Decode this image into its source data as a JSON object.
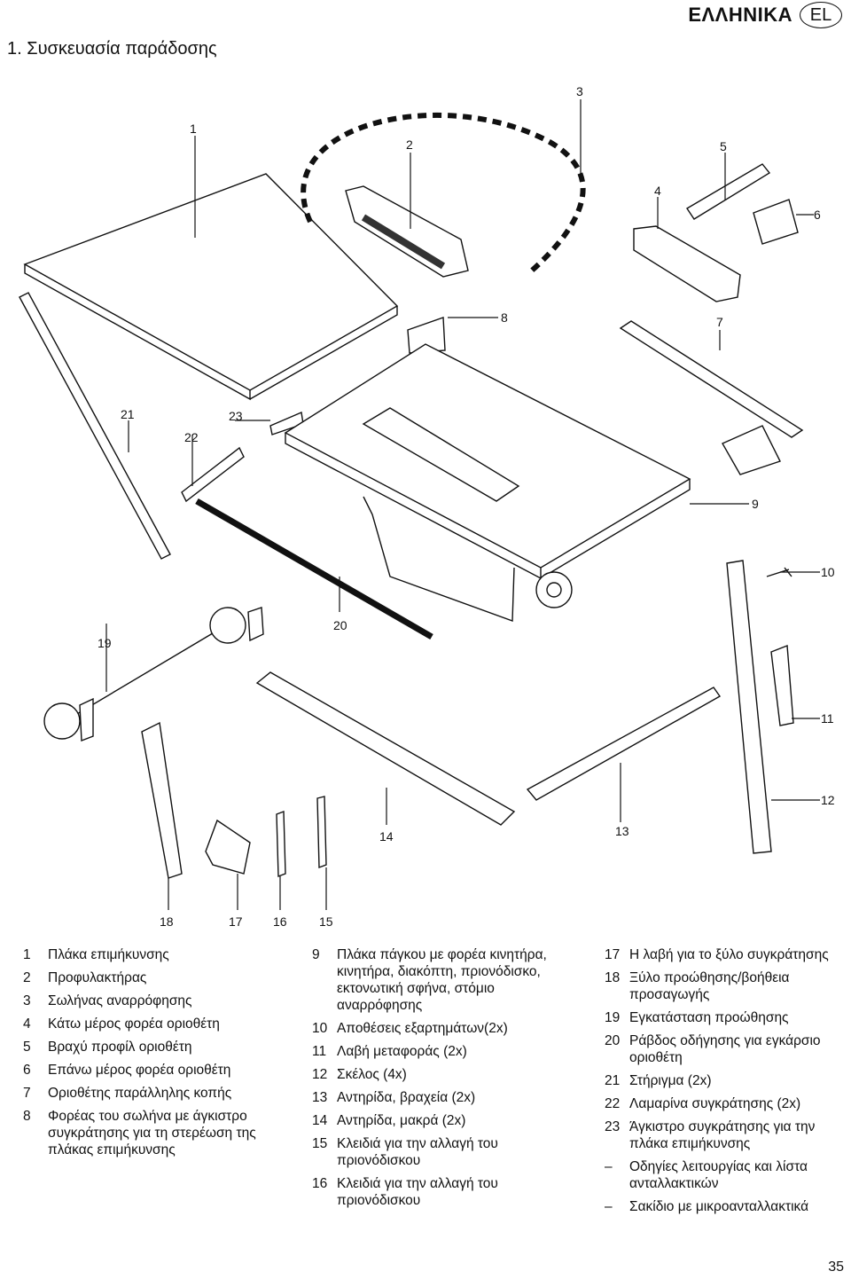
{
  "header": {
    "language": "ΕΛΛΗΝΙΚΑ",
    "badge": "EL"
  },
  "section_title": "1. Συσκευασία παράδοσης",
  "callouts": [
    "1",
    "2",
    "3",
    "4",
    "5",
    "6",
    "7",
    "8",
    "9",
    "10",
    "11",
    "12",
    "13",
    "14",
    "15",
    "16",
    "17",
    "18",
    "19",
    "20",
    "21",
    "22",
    "23"
  ],
  "legend": [
    {
      "num": "1",
      "text": "Πλάκα επιμήκυνσης"
    },
    {
      "num": "2",
      "text": "Προφυλακτήρας"
    },
    {
      "num": "3",
      "text": "Σωλήνας αναρρόφησης"
    },
    {
      "num": "4",
      "text": "Κάτω μέρος φορέα οριοθέτη"
    },
    {
      "num": "5",
      "text": "Βραχύ προφίλ οριοθέτη"
    },
    {
      "num": "6",
      "text": "Επάνω μέρος φορέα οριοθέτη"
    },
    {
      "num": "7",
      "text": "Οριοθέτης παράλληλης κοπής"
    },
    {
      "num": "8",
      "text": "Φορέας του σωλήνα με άγκιστρο συγκράτησης για τη στερέωση της πλάκας επιμήκυνσης"
    },
    {
      "num": "9",
      "text": "Πλάκα πάγκου με φορέα κινητήρα, κινητήρα, διακόπτη, πριονόδισκο, εκτονωτική σφήνα, στόμιο αναρρόφησης"
    },
    {
      "num": "10",
      "text": "Αποθέσεις εξαρτημάτων(2x)"
    },
    {
      "num": "11",
      "text": "Λαβή μεταφοράς (2x)"
    },
    {
      "num": "12",
      "text": "Σκέλος (4x)"
    },
    {
      "num": "13",
      "text": "Αντηρίδα, βραχεία (2x)"
    },
    {
      "num": "14",
      "text": "Αντηρίδα, μακρά (2x)"
    },
    {
      "num": "15",
      "text": "Κλειδιά για την αλλαγή του πριονόδισκου"
    },
    {
      "num": "16",
      "text": "Κλειδιά για την αλλαγή του πριονόδισκου"
    },
    {
      "num": "17",
      "text": "Η λαβή για το ξύλο συγκράτησης"
    },
    {
      "num": "18",
      "text": "Ξύλο προώθησης/βοήθεια προσαγωγής"
    },
    {
      "num": "19",
      "text": "Εγκατάσταση προώθησης"
    },
    {
      "num": "20",
      "text": "Ράβδος οδήγησης για εγκάρσιο οριοθέτη"
    },
    {
      "num": "21",
      "text": "Στήριγμα (2x)"
    },
    {
      "num": "22",
      "text": "Λαμαρίνα συγκράτησης (2x)"
    },
    {
      "num": "23",
      "text": "Άγκιστρο συγκράτησης για την πλάκα επιμήκυνσης"
    },
    {
      "num": "–",
      "text": "Οδηγίες λειτουργίας και λίστα ανταλλακτικών"
    },
    {
      "num": "–",
      "text": "Σακίδιο με μικροανταλλακτικά"
    }
  ],
  "page_number": "35"
}
